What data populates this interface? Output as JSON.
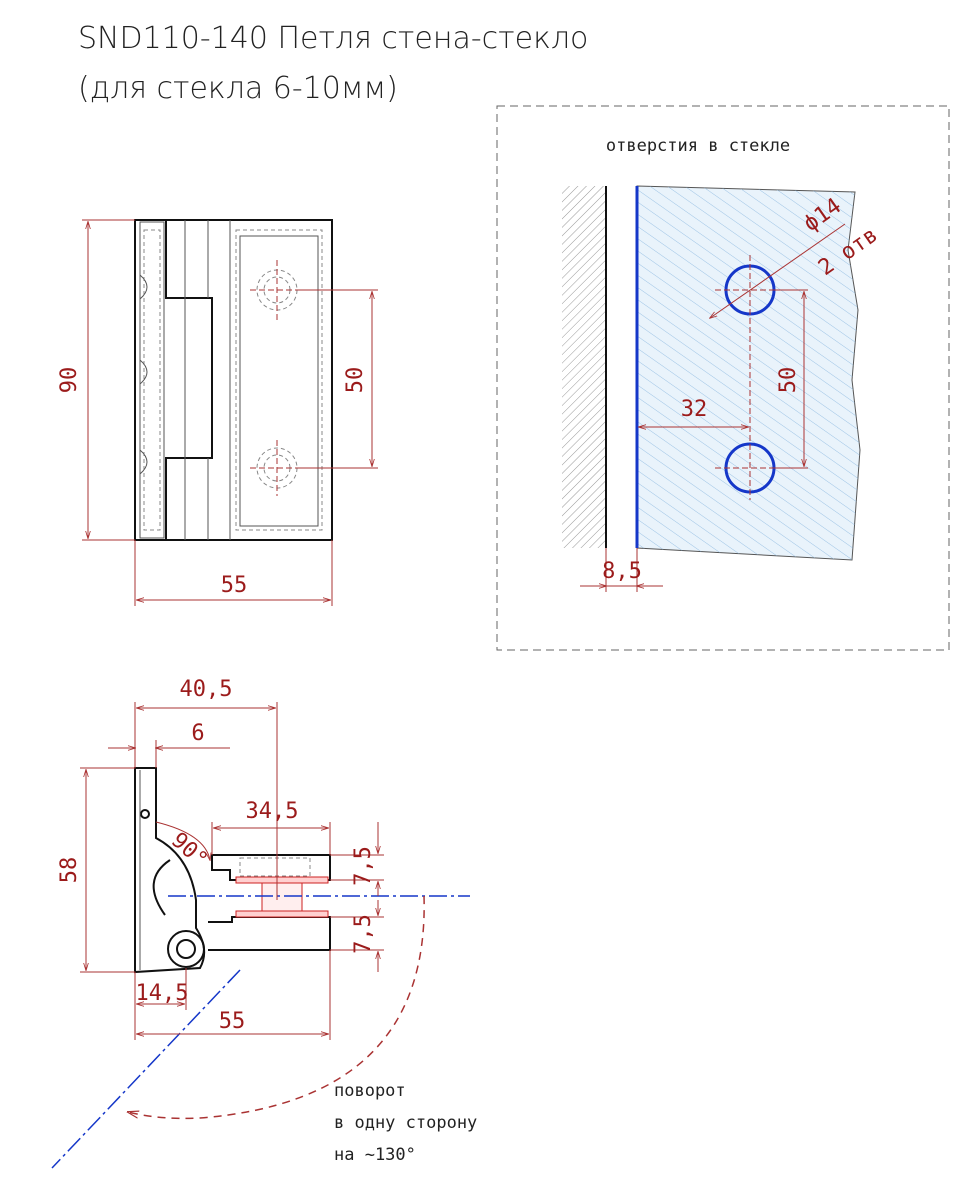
{
  "title": {
    "line1": "SND110-140 Петля стена-стекло",
    "line2": "(для стекла 6-10мм)"
  },
  "front_view": {
    "dim_height": "90",
    "dim_holes": "50",
    "dim_width": "55"
  },
  "glass_view": {
    "label": "отверстия в стекле",
    "hole_diameter": "ϕ14",
    "hole_count": "2 отв",
    "dim_spacing": "50",
    "dim_offset": "32",
    "dim_edge": "8,5"
  },
  "side_view": {
    "dim_40_5": "40,5",
    "dim_6": "6",
    "dim_34_5": "34,5",
    "dim_angle": "90°",
    "dim_7_5_top": "7,5",
    "dim_7_5_bottom": "7,5",
    "dim_58": "58",
    "dim_14_5": "14,5",
    "dim_55": "55"
  },
  "rotation_note": {
    "line1": "поворот",
    "line2": "в одну сторону",
    "line3": "на ~130°"
  },
  "colors": {
    "dimension": "#9b1b1b",
    "glass_edge": "#1537c9",
    "outline": "#111111"
  }
}
